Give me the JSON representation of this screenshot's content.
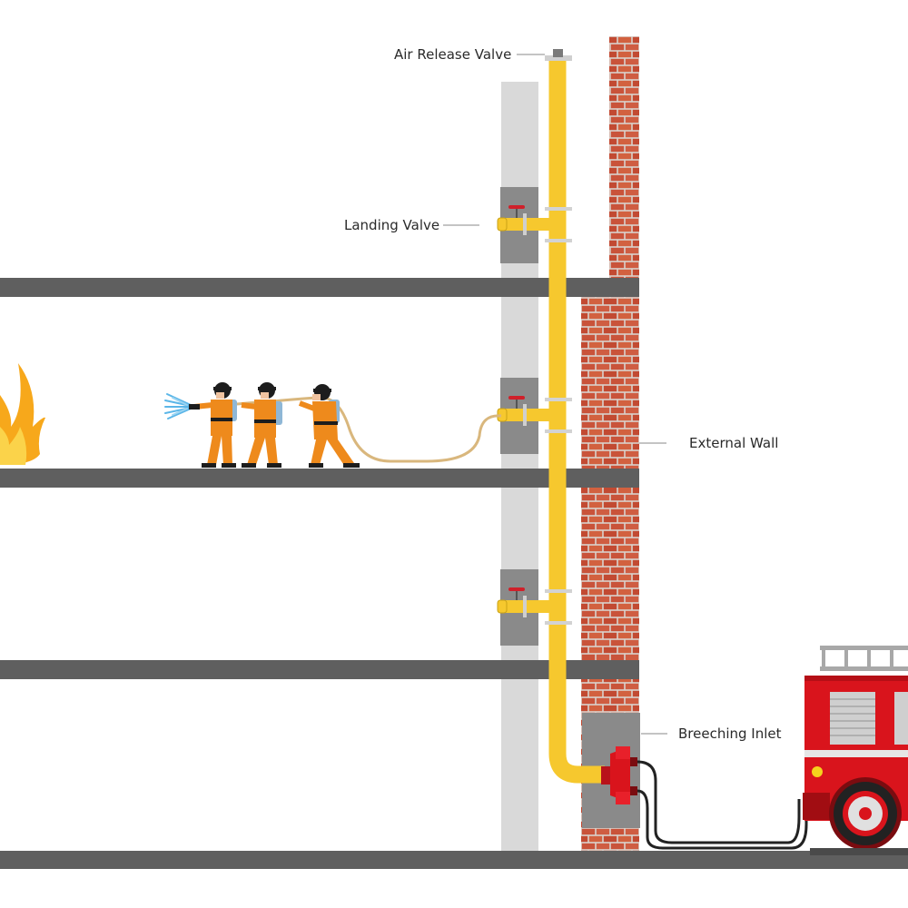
{
  "labels": {
    "air_release_valve": "Air Release Valve",
    "landing_valve": "Landing Valve",
    "external_wall": "External Wall",
    "breeching_inlet": "Breeching Inlet"
  },
  "colors": {
    "floor_slab": "#5f5f5f",
    "column": "#d9d9d9",
    "riser_pipe": "#f6c82e",
    "brick": "#c9533a",
    "valve_box": "#8a8a8a",
    "valve_handle": "#d0202a",
    "fire_truck": "#d9141c",
    "firefighter_suit": "#ee8a1c",
    "flame": "#f7a81b",
    "hose": "#d9b77d"
  },
  "icons": [
    "fire-flame",
    "firefighter",
    "fire-truck",
    "water-spray",
    "brick-wall",
    "riser-pipe"
  ]
}
